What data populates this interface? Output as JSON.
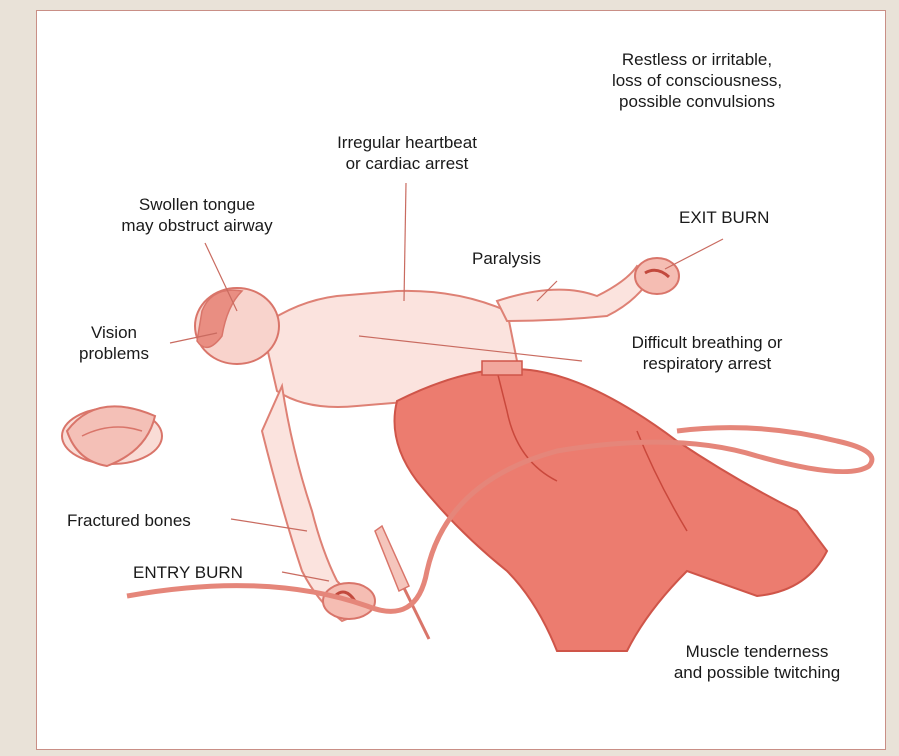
{
  "diagram": {
    "labels": {
      "restless": "Restless or irritable,\nloss of consciousness,\npossible convulsions",
      "heartbeat": "Irregular heartbeat\nor cardiac arrest",
      "tongue": "Swollen tongue\nmay obstruct airway",
      "exit_burn": "EXIT BURN",
      "paralysis": "Paralysis",
      "vision": "Vision\nproblems",
      "breathing": "Difficult breathing or\nrespiratory arrest",
      "fractured": "Fractured bones",
      "entry_burn": "ENTRY BURN",
      "muscle": "Muscle tenderness\nand possible twitching"
    },
    "colors": {
      "illustration": "#e5867a",
      "illustration_light": "#f7d4ce",
      "trousers": "#e76a5c",
      "text": "#1a1a1a",
      "border": "#c98f86",
      "background": "#e9e2d8"
    }
  }
}
